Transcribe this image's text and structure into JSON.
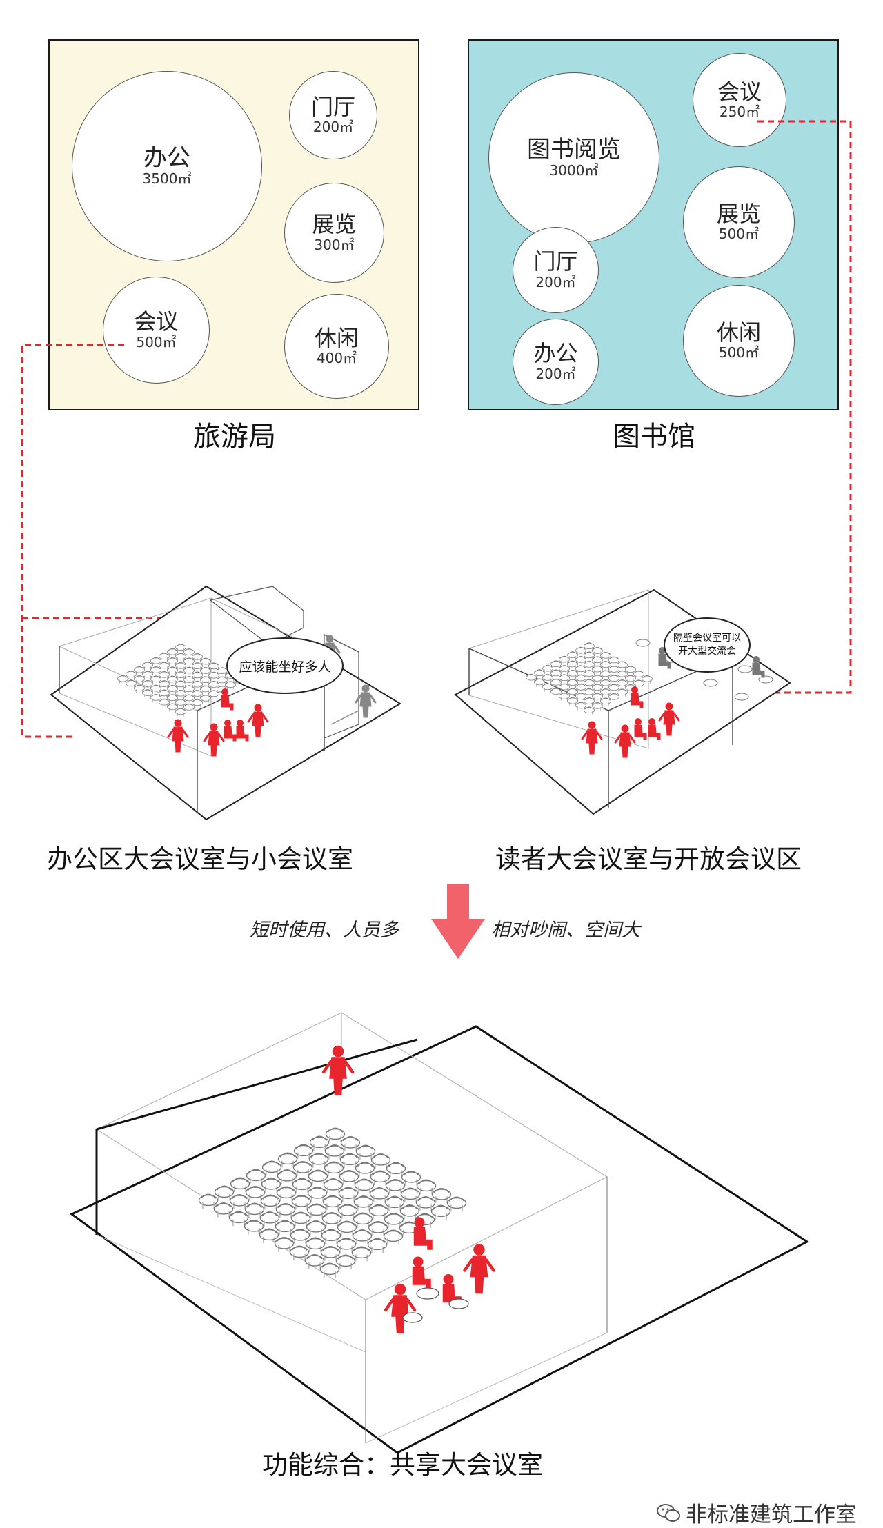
{
  "colors": {
    "tourism_panel": "#fbf7e0",
    "library_panel": "#a8dde1",
    "accent_red": "#e8242c",
    "arrow_red": "#f2626a",
    "outline": "#1a1a1a"
  },
  "tourism": {
    "title": "旅游局",
    "bubbles": [
      {
        "label": "办公",
        "area": "3500㎡"
      },
      {
        "label": "门厅",
        "area": "200㎡"
      },
      {
        "label": "展览",
        "area": "300㎡"
      },
      {
        "label": "会议",
        "area": "500㎡"
      },
      {
        "label": "休闲",
        "area": "400㎡"
      }
    ]
  },
  "library": {
    "title": "图书馆",
    "bubbles": [
      {
        "label": "图书阅览",
        "area": "3000㎡"
      },
      {
        "label": "会议",
        "area": "250㎡"
      },
      {
        "label": "展览",
        "area": "500㎡"
      },
      {
        "label": "门厅",
        "area": "200㎡"
      },
      {
        "label": "办公",
        "area": "200㎡"
      },
      {
        "label": "休闲",
        "area": "500㎡"
      }
    ]
  },
  "rooms": {
    "office": {
      "speech": "应该能坐好多人",
      "caption": "办公区大会议室与小会议室"
    },
    "reader": {
      "speech_line1": "隔壁会议室可以",
      "speech_line2": "开大型交流会",
      "caption": "读者大会议室与开放会议区"
    }
  },
  "transition": {
    "left_phrase": "短时使用、人员多",
    "right_phrase": "相对吵闹、空间大",
    "arrow_icon": "down-arrow-icon"
  },
  "combined": {
    "caption": "功能综合：共享大会议室"
  },
  "watermark": {
    "text": "非标准建筑工作室",
    "icon": "wechat-icon"
  }
}
